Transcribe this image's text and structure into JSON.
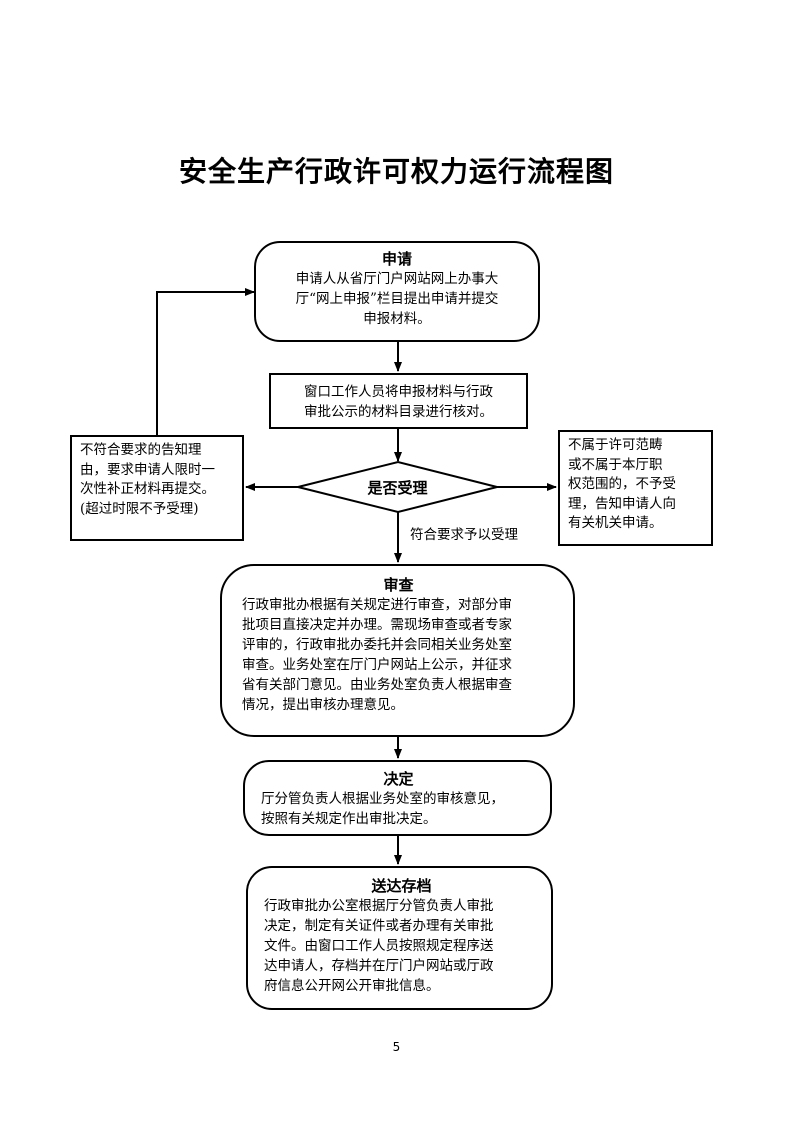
{
  "title": "安全生产行政许可权力运行流程图",
  "apply": {
    "heading": "申请",
    "lines": [
      "申请人从省厅门户网站网上办事大",
      "厅“网上申报”栏目提出申请并提交",
      "申报材料。"
    ]
  },
  "verify": {
    "lines": [
      "窗口工作人员将申报材料与行政",
      "审批公示的材料目录进行核对。"
    ]
  },
  "decision_diamond": {
    "label": "是否受理"
  },
  "reject_left": {
    "lines": [
      "不符合要求的告知理",
      "由，要求申请人限时一",
      "次性补正材料再提交。",
      "(超过时限不予受理)"
    ]
  },
  "reject_right": {
    "lines": [
      "不属于许可范畴",
      "或不属于本厅职",
      "权范围的，不予受",
      "理，告知申请人向",
      "有关机关申请。"
    ]
  },
  "accept_label": "符合要求予以受理",
  "review": {
    "heading": "审查",
    "lines": [
      "行政审批办根据有关规定进行审查，对部分审",
      "批项目直接决定并办理。需现场审查或者专家",
      "评审的，行政审批办委托并会同相关业务处室",
      "审查。业务处室在厅门户网站上公示，并征求",
      "省有关部门意见。由业务处室负责人根据审查",
      "情况，提出审核办理意见。"
    ]
  },
  "decide": {
    "heading": "决定",
    "lines": [
      "厅分管负责人根据业务处室的审核意见，",
      "按照有关规定作出审批决定。"
    ]
  },
  "deliver": {
    "heading": "送达存档",
    "lines": [
      "行政审批办公室根据厅分管负责人审批",
      "决定，制定有关证件或者办理有关审批",
      "文件。由窗口工作人员按照规定程序送",
      "达申请人，存档并在厅门户网站或厅政",
      "府信息公开网公开审批信息。"
    ]
  },
  "page_number": "5"
}
